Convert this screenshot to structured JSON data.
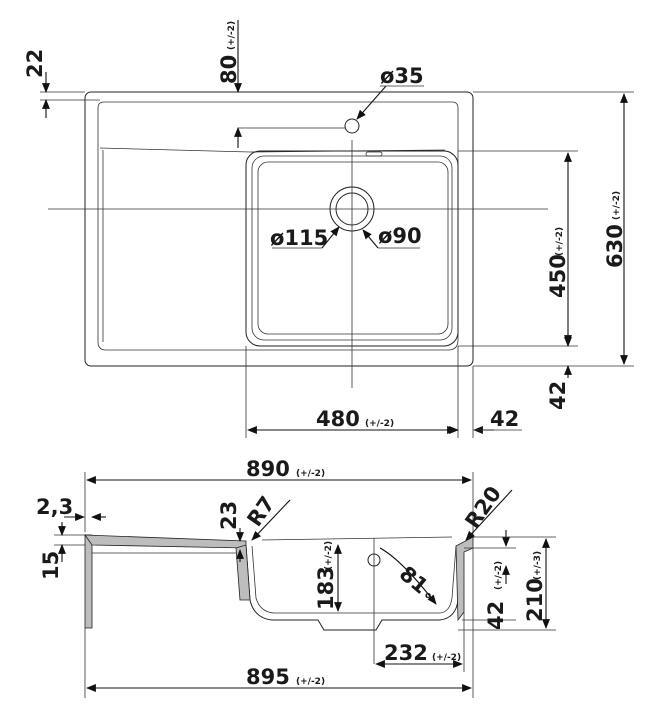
{
  "top_view": {
    "dim_22": "22",
    "dim_80": "80",
    "dim_80_tol": "(+/-2)",
    "dim_d35": "ø35",
    "dim_d115": "ø115",
    "dim_d90": "ø90",
    "dim_450": "450",
    "dim_450_tol": "(+/-2)",
    "dim_630": "630",
    "dim_630_tol": "(+/-2)",
    "dim_42_v": "42",
    "dim_480": "480",
    "dim_480_tol": "(+/-2)",
    "dim_42_h": "42"
  },
  "section_view": {
    "dim_890": "890",
    "dim_890_tol": "(+/-2)",
    "dim_2_3": "2,3",
    "dim_15": "15",
    "dim_23": "23",
    "dim_r7": "R7",
    "dim_r20": "R20",
    "dim_183": "183",
    "dim_183_tol": "(+/-2)",
    "dim_81": "81",
    "dim_42": "42",
    "dim_42_tol": "(+/-2)",
    "dim_210": "210",
    "dim_210_tol": "(+/-3)",
    "dim_232": "232",
    "dim_232_tol": "(+/-2)",
    "dim_895": "895",
    "dim_895_tol": "(+/-2)"
  }
}
